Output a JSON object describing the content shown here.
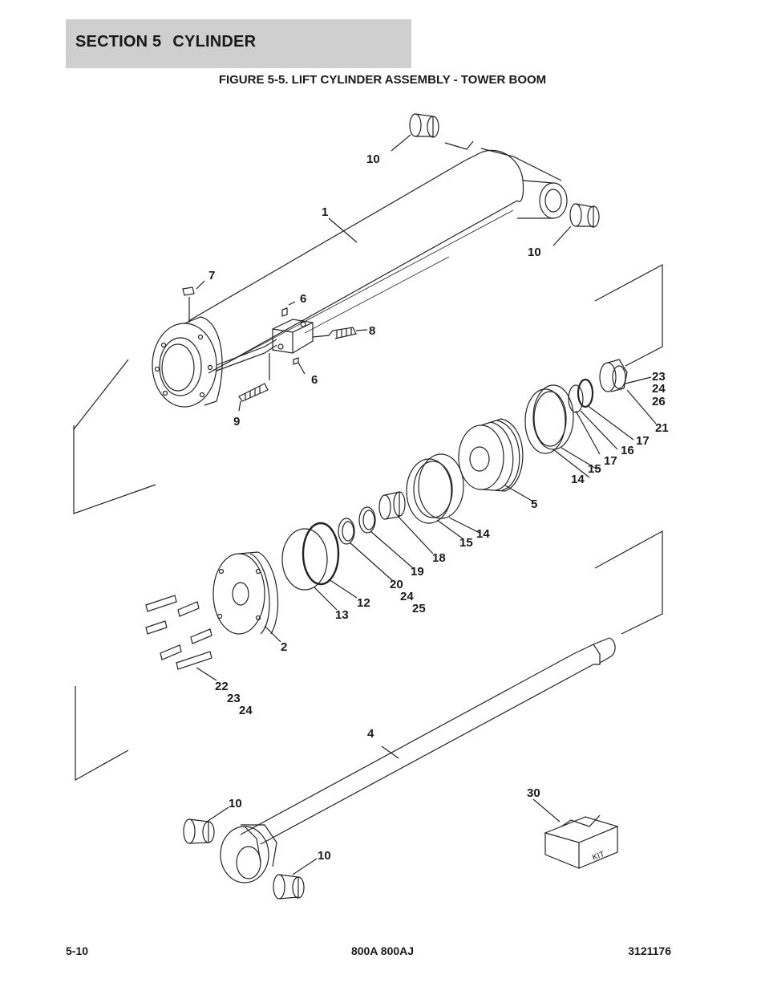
{
  "header": {
    "section_label": "SECTION 5",
    "section_name": "CYLINDER"
  },
  "figure": {
    "title": "FIGURE 5-5. LIFT CYLINDER ASSEMBLY - TOWER BOOM"
  },
  "callouts": {
    "c1": "1",
    "c2": "2",
    "c4": "4",
    "c5": "5",
    "c6a": "6",
    "c6b": "6",
    "c7": "7",
    "c8": "8",
    "c9": "9",
    "c10a": "10",
    "c10b": "10",
    "c10c": "10",
    "c10d": "10",
    "c12": "12",
    "c13": "13",
    "c14a": "14",
    "c14b": "14",
    "c15a": "15",
    "c15b": "15",
    "c16": "16",
    "c17a": "17",
    "c17b": "17",
    "c18": "18",
    "c19": "19",
    "c20": "20",
    "c21": "21",
    "c22": "22",
    "c23a": "23",
    "c23b": "23",
    "c24a": "24",
    "c24b": "24",
    "c24c": "24",
    "c25": "25",
    "c26": "26",
    "c30": "30"
  },
  "kit_box_label": "KIT",
  "footer": {
    "page_number": "5-10",
    "model": "800A 800AJ",
    "doc_number": "3121176"
  }
}
